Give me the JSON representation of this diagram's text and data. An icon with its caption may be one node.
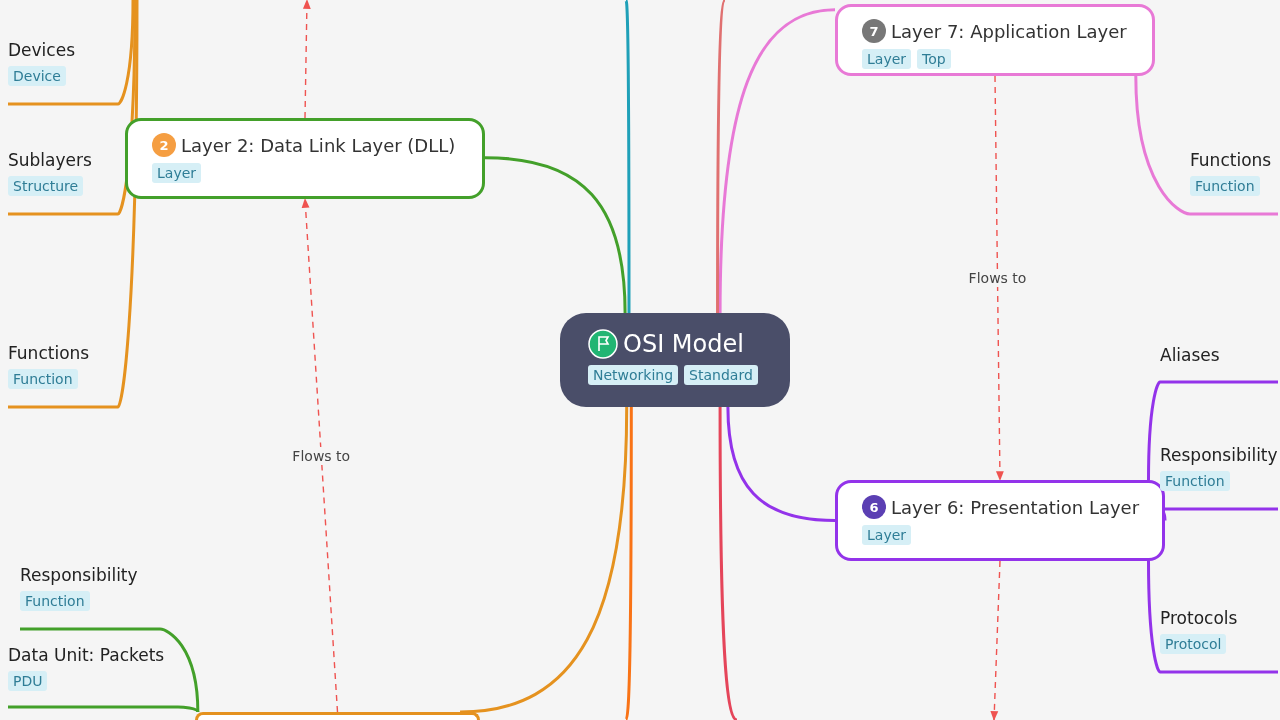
{
  "diagram": {
    "nodes": [
      {
        "text": [
          "OSI Model",
          "Networking",
          "Standard"
        ]
      },
      {
        "text": [
          "2",
          "Layer 2: Data Link Layer (DLL)",
          "Layer"
        ]
      },
      {
        "text": [
          "Devices",
          "Device"
        ]
      },
      {
        "text": [
          "Sublayers",
          "Structure"
        ]
      },
      {
        "text": [
          "Functions",
          "Function"
        ]
      },
      {
        "text": [
          "7",
          "Layer 7: Application Layer",
          "Layer",
          "Top"
        ]
      },
      {
        "text": [
          "Functions",
          "Function"
        ]
      },
      {
        "text": [
          "6",
          "Layer 6: Presentation Layer",
          "Layer"
        ]
      },
      {
        "text": [
          "Aliases"
        ]
      },
      {
        "text": [
          "Responsibility",
          "Function"
        ]
      },
      {
        "text": [
          "Protocols",
          "Protocol"
        ]
      },
      {
        "text": [
          "Responsibility",
          "Function"
        ]
      },
      {
        "text": [
          "Data Unit: Packets",
          "PDU"
        ]
      },
      {
        "text": [],
        "shape": "box"
      }
    ],
    "edges": [
      {
        "from": 0,
        "to": 1,
        "arrow": "none",
        "color": "#43a02a"
      },
      {
        "from": 0,
        "to": 5,
        "arrow": "none",
        "color": "#e879d6"
      },
      {
        "from": 0,
        "to": 7,
        "arrow": "none",
        "color": "#9333ea"
      },
      {
        "from": 0,
        "to": 13,
        "arrow": "none",
        "color": "#e5921f"
      },
      {
        "from": 0,
        "to": null,
        "arrow": "none",
        "color": "#1fa0b8"
      },
      {
        "from": 0,
        "to": null,
        "arrow": "none",
        "color": "#e07070"
      },
      {
        "from": 0,
        "to": null,
        "arrow": "none",
        "color": "#f97316"
      },
      {
        "from": 0,
        "to": null,
        "arrow": "none",
        "color": "#e5455a"
      },
      {
        "from": null,
        "to": 2,
        "arrow": "none",
        "color": "#e5921f"
      },
      {
        "from": null,
        "to": 3,
        "arrow": "none",
        "color": "#e5921f"
      },
      {
        "from": null,
        "to": 4,
        "arrow": "none",
        "color": "#e5921f"
      },
      {
        "from": 5,
        "to": 6,
        "arrow": "none",
        "color": "#e879d6"
      },
      {
        "from": 7,
        "to": 8,
        "arrow": "none",
        "color": "#9333ea"
      },
      {
        "from": 7,
        "to": 9,
        "arrow": "none",
        "color": "#9333ea"
      },
      {
        "from": 7,
        "to": 10,
        "arrow": "none",
        "color": "#9333ea"
      },
      {
        "from": 13,
        "to": 11,
        "arrow": "none",
        "color": "#43a02a"
      },
      {
        "from": 13,
        "to": 12,
        "arrow": "none",
        "color": "#43a02a"
      },
      {
        "from": 5,
        "to": 7,
        "arrow": "to",
        "label": "Flows to",
        "style": "dashed",
        "color": "#ef5350"
      },
      {
        "from": 13,
        "to": 1,
        "arrow": "to",
        "label": "Flows to",
        "style": "dashed",
        "color": "#ef5350"
      },
      {
        "from": 1,
        "to": null,
        "arrow": "to",
        "style": "dashed",
        "color": "#ef5350"
      },
      {
        "from": 7,
        "to": null,
        "arrow": "to",
        "style": "dashed",
        "color": "#ef5350"
      }
    ]
  }
}
